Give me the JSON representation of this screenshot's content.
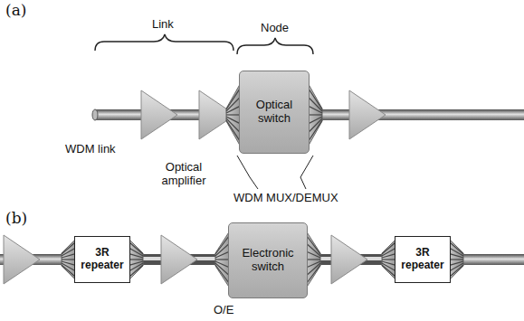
{
  "diagram": {
    "nodes": [
      {
        "text": [
          "Optical switch"
        ]
      },
      {
        "text": [
          "3R repeater"
        ]
      },
      {
        "text": [
          "Electronic switch"
        ]
      },
      {
        "text": [
          "3R repeater"
        ]
      }
    ],
    "edges": [
      {
        "from": 1,
        "to": 2,
        "arrow": "none"
      },
      {
        "from": 2,
        "to": 3,
        "arrow": "none"
      }
    ],
    "labels": [
      "(a)",
      "Link",
      "Node",
      "WDM link",
      "Optical amplifier",
      "WDM MUX/DEMUX",
      "(b)",
      "O/E"
    ]
  }
}
